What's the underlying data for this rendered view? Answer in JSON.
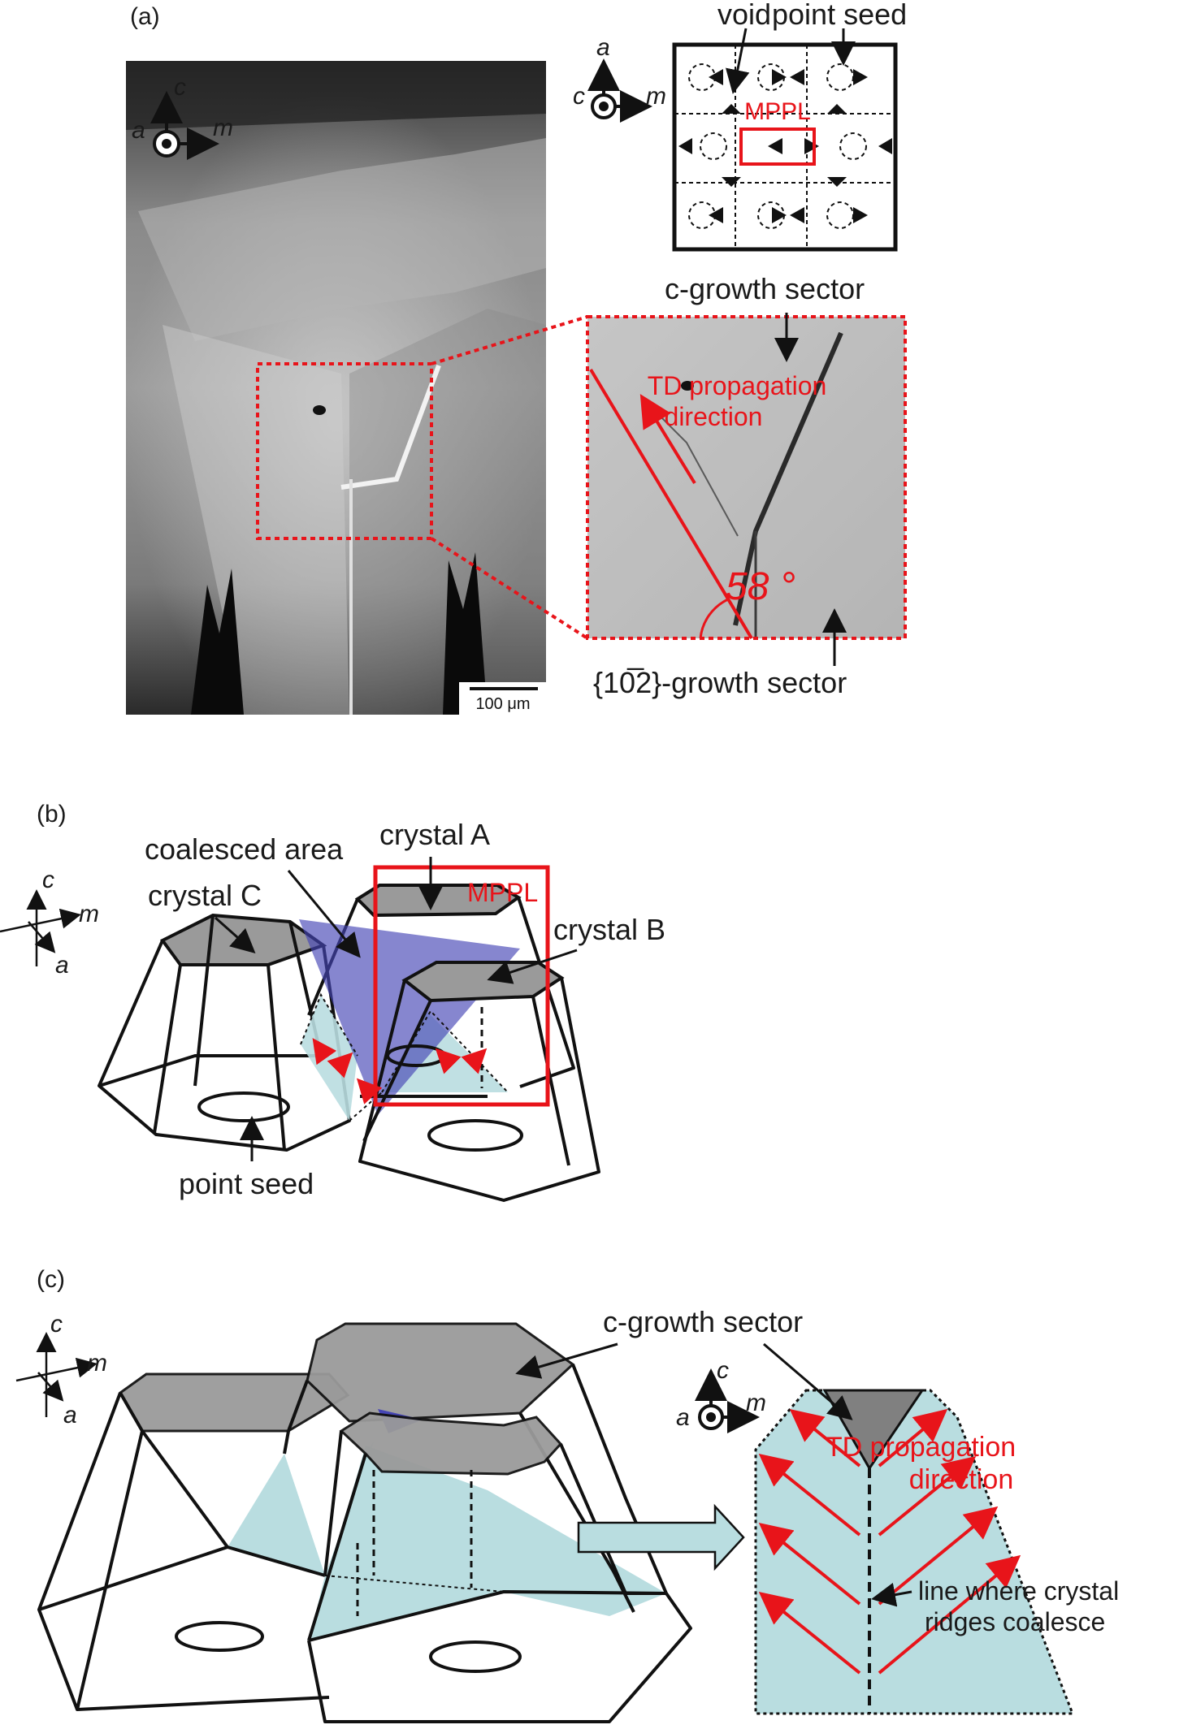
{
  "panel_a": {
    "label": "(a)",
    "axes_micrograph": {
      "c": "c",
      "a": "a",
      "m": "m"
    },
    "axes_schematic": {
      "a": "a",
      "c": "c",
      "m": "m"
    },
    "void_label": "void",
    "point_seed_label": "point seed",
    "mppl_label": "MPPL",
    "c_growth_sector_label": "c-growth sector",
    "td_propagation_line1": "TD propagation",
    "td_propagation_line2": "direction",
    "angle_label": "58 °",
    "sector_1012_label": "{10̅2}-growth sector",
    "scale_bar_label": "100 μm"
  },
  "panel_b": {
    "label": "(b)",
    "axes": {
      "c": "c",
      "m": "m",
      "a": "a"
    },
    "coalesced_area_label": "coalesced area",
    "crystal_a_label": "crystal A",
    "crystal_b_label": "crystal B",
    "crystal_c_label": "crystal C",
    "mppl_label": "MPPL",
    "point_seed_label": "point seed"
  },
  "panel_c": {
    "label": "(c)",
    "axes": {
      "c": "c",
      "m": "m",
      "a": "a"
    },
    "axes_right": {
      "a": "a",
      "c": "c",
      "m": "m"
    },
    "c_growth_sector_label": "c-growth sector",
    "td_propagation_line1": "TD propagation",
    "td_propagation_line2": "direction",
    "coalesce_line1": "line where crystal",
    "coalesce_line2": "ridges coalesce"
  },
  "colors": {
    "red": "#e8141a",
    "light_blue": "#b9dde0",
    "blue_plane": "#4545b5",
    "gray_top": "#9a9a9a"
  }
}
